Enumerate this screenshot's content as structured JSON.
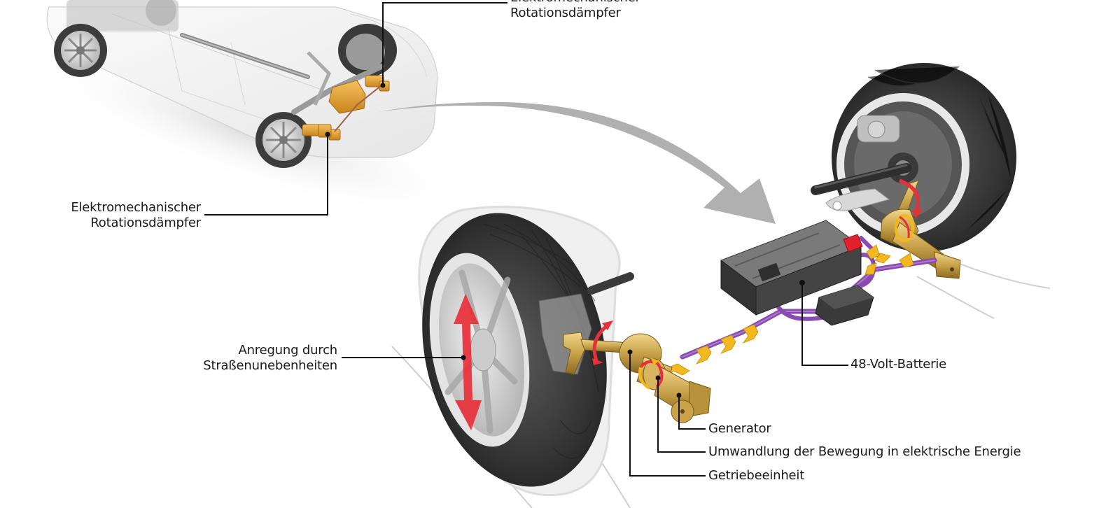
{
  "diagram": {
    "title": "Elektromechanischer Rotationsdämpfer – Funktionsprinzip",
    "colors": {
      "background": "#ffffff",
      "leader_line": "#111111",
      "label_text": "#1a1a1a",
      "transition_arrow": "#b0b0b0",
      "damper_gold": "#c9a24a",
      "damper_gold_dark": "#8a6a22",
      "cable_purple": "#8a4bb0",
      "energy_chevron": "#f2b81c",
      "motion_arrow_red": "#e8303a",
      "battery_body": "#4a4a4a",
      "battery_connector": "#e0202a",
      "tire": "#3a3a3a",
      "rim": "#cfcfcf",
      "car_body": "#f4f4f4"
    },
    "labels": {
      "damper_top": [
        "Elektromechanischer",
        "Rotationsdämpfer"
      ],
      "damper_left": [
        "Elektromechanischer",
        "Rotationsdämpfer"
      ],
      "road_excitation": [
        "Anregung durch",
        "Straßenunebenheiten"
      ],
      "battery": "48-Volt-Batterie",
      "generator": "Generator",
      "conversion": "Umwandlung der Bewegung in elektrische Energie",
      "gear_unit": "Getriebeeinheit"
    },
    "components": [
      {
        "name": "car-overview",
        "description": "Transparent car body with rear axle rotary dampers highlighted"
      },
      {
        "name": "front-wheel",
        "description": "Wheel with vertical red double-arrow for road excitation"
      },
      {
        "name": "rear-wheel",
        "description": "Wheel with brake assembly and rotary damper"
      },
      {
        "name": "battery",
        "description": "48-Volt battery pack with red connector"
      },
      {
        "name": "control-unit",
        "description": "Small control module on cable loom"
      },
      {
        "name": "rotary-damper-left",
        "description": "Gold damper: gear unit, conversion, generator"
      },
      {
        "name": "rotary-damper-right",
        "description": "Gold damper on rear wheel"
      },
      {
        "name": "transition-arrow",
        "description": "Large gray curved arrow from car to detail view"
      }
    ]
  }
}
